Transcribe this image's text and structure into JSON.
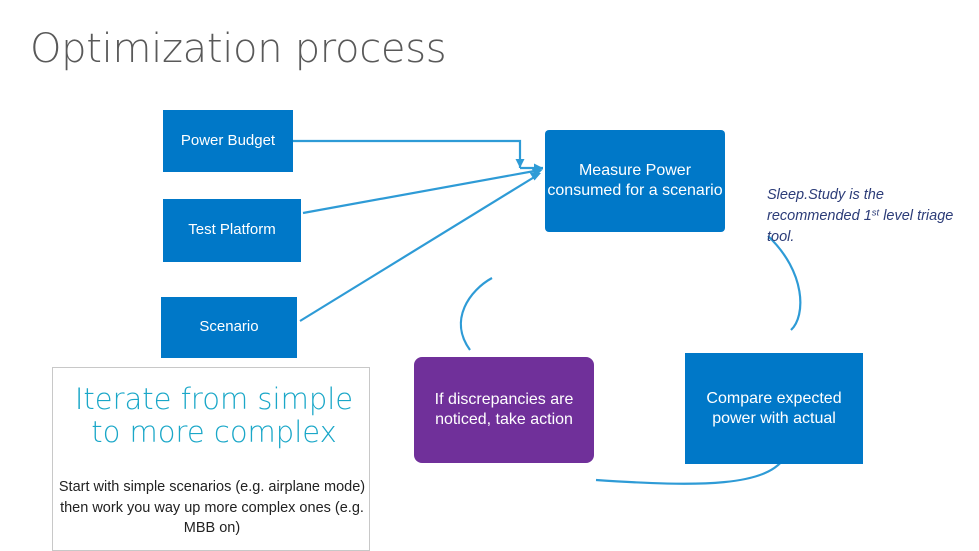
{
  "slide": {
    "title": "Optimization process",
    "boxes": {
      "power_budget": "Power Budget",
      "test_platform": "Test Platform",
      "scenario": "Scenario",
      "measure": "Measure Power consumed for a scenario",
      "discrepancies": "If discrepancies are noticed, take action",
      "compare": "Compare expected power with actual"
    },
    "note": {
      "line1": "Sleep.Study is the",
      "line2_pre": "recommended 1",
      "line2_sup": "st",
      "line2_post": " level",
      "line3": "triage tool."
    },
    "iterate": {
      "heading": "Iterate from simple to more complex",
      "subtext": "Start with simple scenarios (e.g. airplane mode) then work you way up more complex ones (e.g. MBB on)"
    },
    "colors": {
      "blue": "#0078c8",
      "purple": "#70309a",
      "arrow": "#2e9bd6",
      "heading_teal": "#1aa7c8",
      "title_gray": "#595959",
      "note_navy": "#2c3c78"
    }
  }
}
